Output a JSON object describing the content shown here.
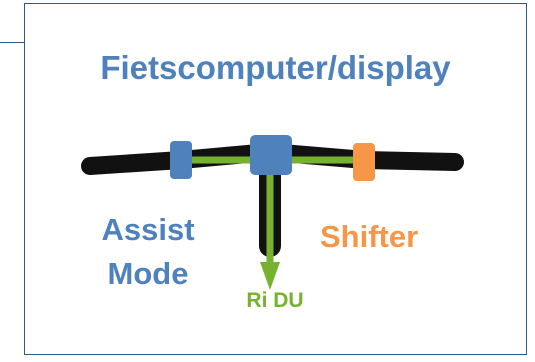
{
  "title": "Fietscomputer/display",
  "labels": {
    "assist_line1": "Assist",
    "assist_line2": "Mode",
    "shifter": "Shifter",
    "drive_unit": "Ri DU"
  },
  "colors": {
    "frame_border": "#2e5b8c",
    "title": "#4f81bd",
    "assist_module": "#4f81bd",
    "display_module": "#4f81bd",
    "shifter_module": "#f79646",
    "cable": "#77b22e",
    "handlebar": "#111111"
  },
  "icons": [
    "handlebar-icon",
    "assist-mode-switch-icon",
    "display-unit-icon",
    "shifter-icon",
    "down-arrow-icon"
  ]
}
